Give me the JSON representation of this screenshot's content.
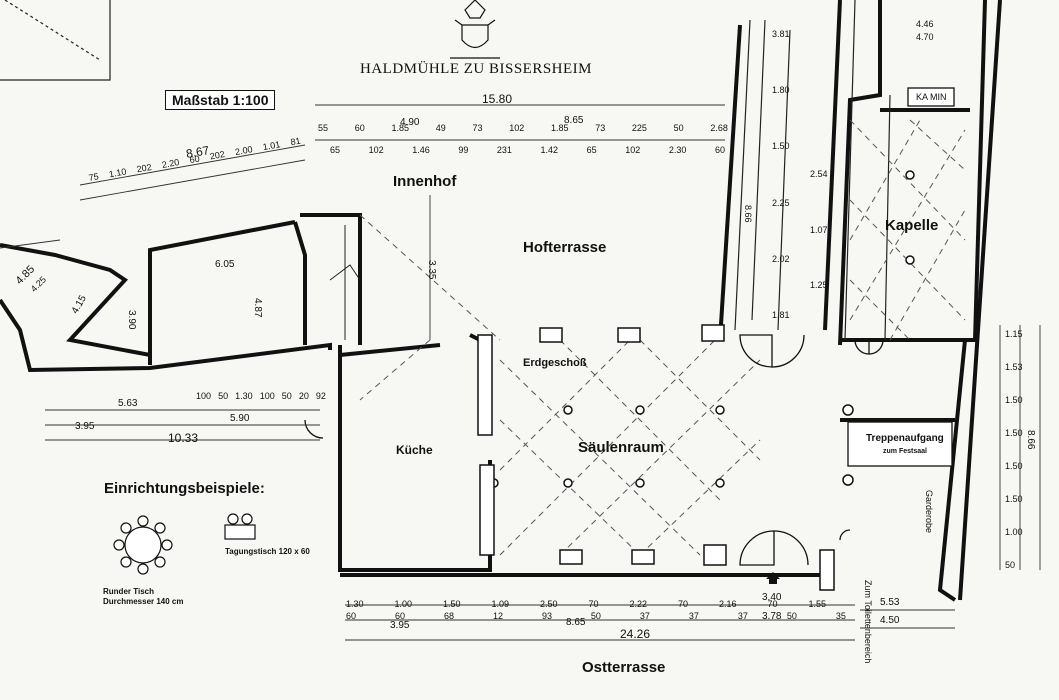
{
  "header": {
    "title": "HALDMÜHLE ZU BISSERSHEIM",
    "scale": "Maßstab 1:100",
    "crest_icon": "coat-of-arms-icon"
  },
  "rooms": {
    "innenhof": "Innenhof",
    "hofterrasse": "Hofterrasse",
    "erdgeschoss": "Erdgeschoß",
    "saeulenraum": "Säulenraum",
    "kueche": "Küche",
    "kapelle": "Kapelle",
    "ostterrasse": "Ostterrasse",
    "garderobe": "Garderobe",
    "toilette": "Zum Toilettenbereich",
    "kamin": "KA MIN",
    "treppe_title": "Treppenaufgang",
    "treppe_sub": "zum Festsaal"
  },
  "legend": {
    "title": "Einrichtungsbeispiele:",
    "round_table_line1": "Runder Tisch",
    "round_table_line2": "Durchmesser 140 cm",
    "conference_table": "Tagungstisch 120 x 60"
  },
  "dimensions": {
    "top_total": "15.80",
    "top_mid": "8.65",
    "top_490": "4.90",
    "top_left_total": "8.67",
    "left_485": "4.85",
    "left_425": "4.25",
    "room_605": "6.05",
    "room_487": "4.87",
    "room_390": "3.90",
    "room_415": "4.15",
    "diag_335": "3.35",
    "bottom_left_total": "10.33",
    "bottom_590": "5.90",
    "bottom_563": "5.63",
    "bottom_395": "3.95",
    "bottom_total": "24.26",
    "bottom_865": "8.65",
    "bottom_395b": "3.95",
    "bottom_340": "3.40",
    "bottom_378": "3.78",
    "right_553": "5.53",
    "right_450": "4.50",
    "right_866": "8.66",
    "right_top_446": "4.46",
    "right_top_470": "4.70",
    "top_row_1": [
      "55",
      "60",
      "1.85",
      "49",
      "73",
      "102",
      "1.85",
      "73",
      "225",
      "50",
      "2.68",
      "65",
      "102",
      "1.46",
      "99",
      "231",
      "1.42",
      "65",
      "102",
      "2.30",
      "60"
    ],
    "top_left_row": [
      "75",
      "1.10",
      "202",
      "2.20",
      "60",
      "202",
      "2.00",
      "1.01",
      "81"
    ],
    "bottom_mid_row": [
      "100",
      "50",
      "1.30",
      "100",
      "50",
      "20",
      "92"
    ],
    "bottom_row": [
      "1.30",
      "1.00",
      "60",
      "1.50",
      "1.09",
      "68",
      "12",
      "2.50",
      "93",
      "50",
      "70",
      "37",
      "2.22",
      "70",
      "37",
      "2.16",
      "70",
      "37",
      "1.55",
      "50",
      "35",
      "60"
    ],
    "right_col": [
      "1.15",
      "1.53",
      "1.50",
      "1.50",
      "1.50",
      "1.50",
      "1.00",
      "50"
    ],
    "corridor_col": [
      "3.81",
      "1.80",
      "1.50",
      "2.25",
      "2.02",
      "2.54",
      "8.66",
      "1.07",
      "1.25",
      "1.81"
    ]
  }
}
